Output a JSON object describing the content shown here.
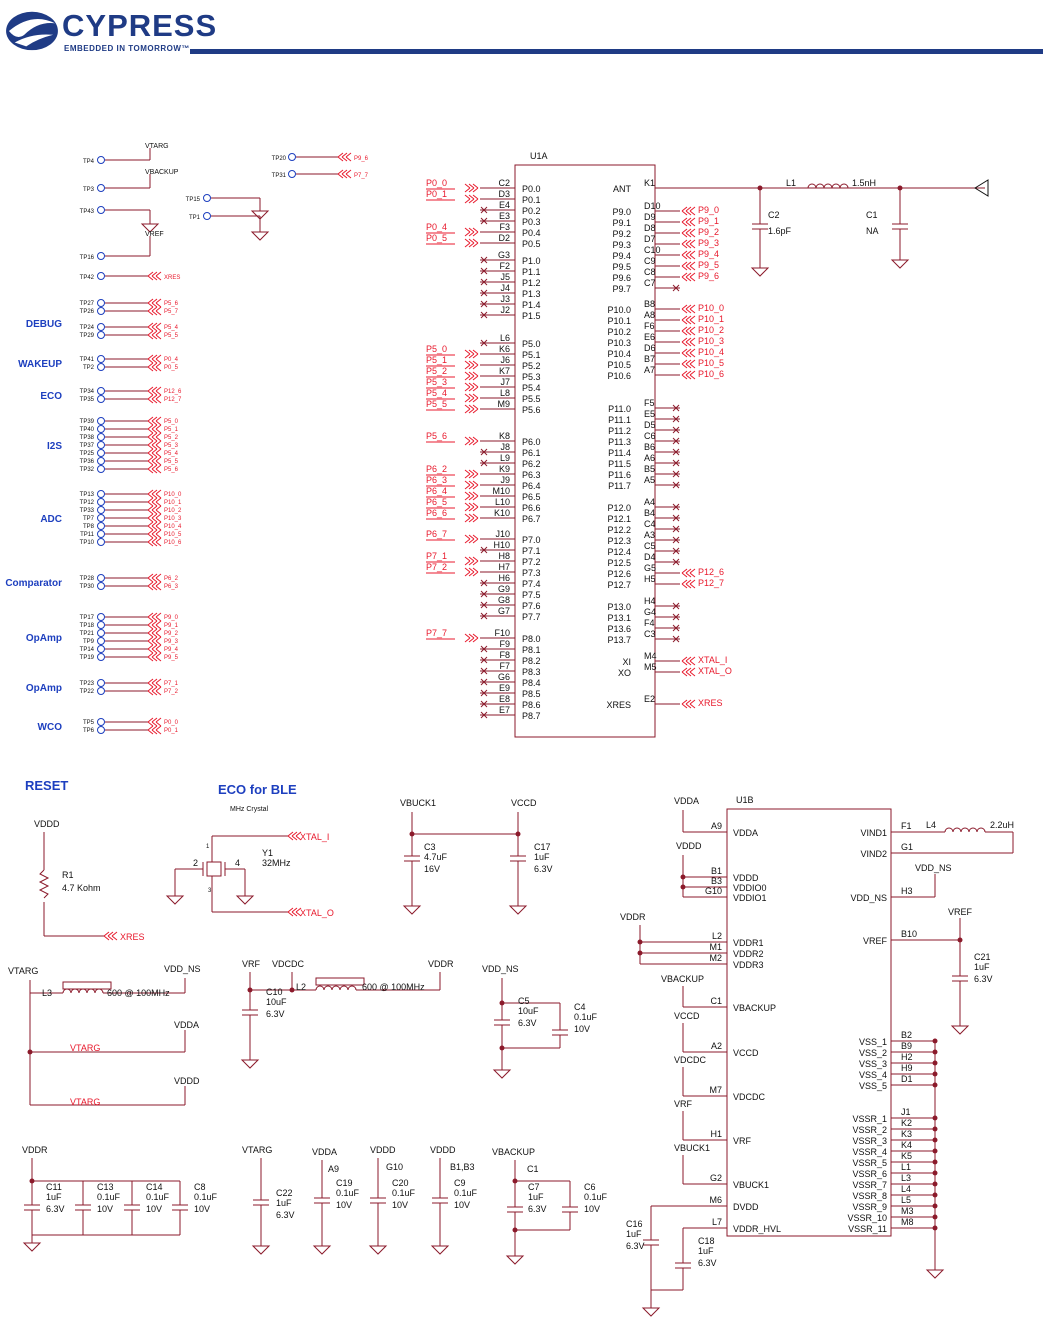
{
  "header": {
    "brand": "CYPRESS",
    "tagline": "EMBEDDED IN TOMORROW™"
  },
  "colors": {
    "wire": "#8b1a2b",
    "net": "#e8192c",
    "title": "#1d3fbf",
    "text": "#111111",
    "brand": "#1f3b85"
  },
  "u1a": {
    "ref": "U1A",
    "left": [
      [
        "P0_0",
        "C2",
        "P0.0"
      ],
      [
        "P0_1",
        "D3",
        "P0.1"
      ],
      [
        "",
        "E4",
        "P0.2"
      ],
      [
        "",
        "E3",
        "P0.3"
      ],
      [
        "P0_4",
        "F3",
        "P0.4"
      ],
      [
        "P0_5",
        "D2",
        "P0.5"
      ],
      [
        "",
        "G3",
        "P1.0"
      ],
      [
        "",
        "F2",
        "P1.1"
      ],
      [
        "",
        "J5",
        "P1.2"
      ],
      [
        "",
        "J4",
        "P1.3"
      ],
      [
        "",
        "J3",
        "P1.4"
      ],
      [
        "",
        "J2",
        "P1.5"
      ],
      [
        "",
        "L6",
        "P5.0"
      ],
      [
        "P5_0",
        "K6",
        "P5.1"
      ],
      [
        "P5_1",
        "J6",
        "P5.2"
      ],
      [
        "P5_2",
        "K7",
        "P5.3"
      ],
      [
        "P5_3",
        "J7",
        "P5.4"
      ],
      [
        "P5_4",
        "L8",
        "P5.5"
      ],
      [
        "P5_5",
        "M9",
        "P5.6"
      ],
      [
        "P5_6",
        "K8",
        "P6.0"
      ],
      [
        "",
        "J8",
        "P6.1"
      ],
      [
        "",
        "L9",
        "P6.2"
      ],
      [
        "P6_2",
        "K9",
        "P6.3"
      ],
      [
        "P6_3",
        "J9",
        "P6.4"
      ],
      [
        "P6_4",
        "M10",
        "P6.5"
      ],
      [
        "P6_5",
        "L10",
        "P6.6"
      ],
      [
        "P6_6",
        "K10",
        "P6.7"
      ],
      [
        "P6_7",
        "J10",
        "P7.0"
      ],
      [
        "",
        "H10",
        "P7.1"
      ],
      [
        "P7_1",
        "H8",
        "P7.2"
      ],
      [
        "P7_2",
        "H7",
        "P7.3"
      ],
      [
        "",
        "H6",
        "P7.4"
      ],
      [
        "",
        "G9",
        "P7.5"
      ],
      [
        "",
        "G8",
        "P7.6"
      ],
      [
        "",
        "G7",
        "P7.7"
      ],
      [
        "P7_7",
        "F10",
        "P8.0"
      ],
      [
        "",
        "F9",
        "P8.1"
      ],
      [
        "",
        "F8",
        "P8.2"
      ],
      [
        "",
        "F7",
        "P8.3"
      ],
      [
        "",
        "G6",
        "P8.4"
      ],
      [
        "",
        "E9",
        "P8.5"
      ],
      [
        "",
        "E8",
        "P8.6"
      ],
      [
        "",
        "E7",
        "P8.7"
      ]
    ],
    "right": [
      [
        "ANT",
        "K1"
      ],
      [
        "P9.0",
        "D10"
      ],
      [
        "P9.1",
        "D9"
      ],
      [
        "P9.2",
        "D8"
      ],
      [
        "P9.3",
        "D7"
      ],
      [
        "P9.4",
        "C10"
      ],
      [
        "P9.5",
        "C9"
      ],
      [
        "P9.6",
        "C8"
      ],
      [
        "P9.7",
        "C7"
      ],
      [
        "P10.0",
        "B8"
      ],
      [
        "P10.1",
        "A8"
      ],
      [
        "P10.2",
        "F6"
      ],
      [
        "P10.3",
        "E6"
      ],
      [
        "P10.4",
        "D6"
      ],
      [
        "P10.5",
        "B7"
      ],
      [
        "P10.6",
        "A7"
      ],
      [
        "P11.0",
        "F5"
      ],
      [
        "P11.1",
        "E5"
      ],
      [
        "P11.2",
        "D5"
      ],
      [
        "P11.3",
        "C6"
      ],
      [
        "P11.4",
        "B6"
      ],
      [
        "P11.5",
        "A6"
      ],
      [
        "P11.6",
        "B5"
      ],
      [
        "P11.7",
        "A5"
      ],
      [
        "P12.0",
        "A4"
      ],
      [
        "P12.1",
        "B4"
      ],
      [
        "P12.2",
        "C4"
      ],
      [
        "P12.3",
        "A3"
      ],
      [
        "P12.4",
        "C5"
      ],
      [
        "P12.5",
        "D4"
      ],
      [
        "P12.6",
        "G5"
      ],
      [
        "P12.7",
        "H5"
      ],
      [
        "P13.0",
        "H4"
      ],
      [
        "P13.1",
        "G4"
      ],
      [
        "P13.6",
        "F4"
      ],
      [
        "P13.7",
        "C3"
      ],
      [
        "XI",
        "M4"
      ],
      [
        "XO",
        "M5"
      ],
      [
        "XRES",
        "E2"
      ]
    ],
    "right_nets": [
      "P9_0",
      "P9_1",
      "P9_2",
      "P9_3",
      "P9_4",
      "P9_5",
      "P9_6",
      "P10_0",
      "P10_1",
      "P10_2",
      "P10_3",
      "P10_4",
      "P10_5",
      "P10_6",
      "P12_6",
      "P12_7",
      "XTAL_I",
      "XTAL_O",
      "XRES"
    ],
    "antenna": {
      "l1": "L1",
      "l1_val": "1.5nH",
      "c2": "C2",
      "c2_val": "1.6pF",
      "c1": "C1",
      "c1_val": "NA"
    }
  },
  "testpoints": {
    "top": [
      [
        "TP4",
        "VTARG"
      ],
      [
        "TP3",
        "VBACKUP"
      ],
      [
        "TP43",
        ""
      ],
      [
        "TP16",
        "VREF"
      ],
      [
        "TP42",
        "XRES"
      ]
    ],
    "mid": [
      [
        "TP20",
        "P9_6"
      ],
      [
        "TP31",
        "P7_7"
      ],
      [
        "TP15",
        ""
      ],
      [
        "TP1",
        ""
      ]
    ],
    "groups": [
      {
        "title": "DEBUG",
        "tps": [
          [
            "TP27",
            "P5_6"
          ],
          [
            "TP26",
            "P5_7"
          ],
          [
            "TP24",
            "P5_4"
          ],
          [
            "TP29",
            "P5_5"
          ]
        ]
      },
      {
        "title": "WAKEUP",
        "tps": [
          [
            "TP41",
            "P0_4"
          ],
          [
            "TP2",
            "P0_5"
          ]
        ]
      },
      {
        "title": "ECO",
        "tps": [
          [
            "TP34",
            "P12_6"
          ],
          [
            "TP35",
            "P12_7"
          ]
        ]
      },
      {
        "title": "I2S",
        "tps": [
          [
            "TP39",
            "P5_0"
          ],
          [
            "TP40",
            "P5_1"
          ],
          [
            "TP38",
            "P5_2"
          ],
          [
            "TP37",
            "P5_3"
          ],
          [
            "TP25",
            "P5_4"
          ],
          [
            "TP36",
            "P5_5"
          ],
          [
            "TP32",
            "P5_6"
          ]
        ]
      },
      {
        "title": "ADC",
        "tps": [
          [
            "TP13",
            "P10_0"
          ],
          [
            "TP12",
            "P10_1"
          ],
          [
            "TP33",
            "P10_2"
          ],
          [
            "TP7",
            "P10_3"
          ],
          [
            "TP8",
            "P10_4"
          ],
          [
            "TP11",
            "P10_5"
          ],
          [
            "TP10",
            "P10_6"
          ]
        ]
      },
      {
        "title": "Comparator",
        "tps": [
          [
            "TP28",
            "P6_2"
          ],
          [
            "TP30",
            "P6_3"
          ]
        ]
      },
      {
        "title": "OpAmp",
        "tps": [
          [
            "TP17",
            "P9_0"
          ],
          [
            "TP18",
            "P9_1"
          ],
          [
            "TP21",
            "P9_2"
          ],
          [
            "TP9",
            "P9_3"
          ],
          [
            "TP14",
            "P9_4"
          ],
          [
            "TP19",
            "P9_5"
          ]
        ]
      },
      {
        "title": "OpAmp",
        "tps": [
          [
            "TP23",
            "P7_1"
          ],
          [
            "TP22",
            "P7_2"
          ]
        ]
      },
      {
        "title": "WCO",
        "tps": [
          [
            "TP5",
            "P0_0"
          ],
          [
            "TP6",
            "P0_1"
          ]
        ]
      }
    ]
  },
  "reset": {
    "title": "RESET",
    "vddd": "VDDD",
    "r": "R1",
    "r_val": "4.7 Kohm",
    "net": "XRES"
  },
  "eco": {
    "title": "ECO for BLE",
    "sub": "MHz Crystal",
    "y": "Y1",
    "y_val": "32MHz",
    "net_i": "XTAL_I",
    "net_o": "XTAL_O",
    "p2": "2",
    "p4": "4",
    "p1": "1",
    "p3": "3"
  },
  "vbuck": {
    "vbuck1": "VBUCK1",
    "vccd": "VCCD",
    "c3": "C3",
    "c3_v": "4.7uF",
    "c3_r": "16V",
    "c17": "C17",
    "c17_v": "1uF",
    "c17_r": "6.3V"
  },
  "filters": {
    "vtarg": "VTARG",
    "l3": "L3",
    "l3_val": "600 @ 100MHz",
    "vdd_ns": "VDD_NS",
    "vdda": "VDDA",
    "vddd": "VDDD",
    "vtarg_net": "VTARG",
    "vrf": "VRF",
    "vdcdc": "VDCDC",
    "vddr": "VDDR",
    "l2": "L2",
    "l2_val": "600 @ 100MHz",
    "c10": "C10",
    "c10_v": "10uF",
    "c10_r": "6.3V",
    "c5": "C5",
    "c5_v": "10uF",
    "c5_r": "6.3V",
    "c4": "C4",
    "c4_v": "0.1uF",
    "c4_r": "10V"
  },
  "decoup": {
    "vddr": "VDDR",
    "c11": [
      "C11",
      "1uF",
      "6.3V"
    ],
    "c13": [
      "C13",
      "0.1uF",
      "10V"
    ],
    "c14": [
      "C14",
      "0.1uF",
      "10V"
    ],
    "c8": [
      "C8",
      "0.1uF",
      "10V"
    ],
    "vtarg": "VTARG",
    "c22": [
      "C22",
      "1uF",
      "6.3V"
    ],
    "vdda": "VDDA",
    "a9": "A9",
    "c19": [
      "C19",
      "0.1uF",
      "10V"
    ],
    "vddd": "VDDD",
    "g10": "G10",
    "c20": [
      "C20",
      "0.1uF",
      "10V"
    ],
    "vddd2": "VDDD",
    "b1b3": "B1,B3",
    "c9": [
      "C9",
      "0.1uF",
      "10V"
    ],
    "vbackup": "VBACKUP",
    "c1pin": "C1",
    "c7": [
      "C7",
      "1uF",
      "6.3V"
    ],
    "c6": [
      "C6",
      "0.1uF",
      "10V"
    ]
  },
  "u1b": {
    "ref": "U1B",
    "left": [
      [
        "VDDA",
        "A9"
      ],
      [
        "VDDD",
        "B1"
      ],
      [
        "VDDIO0",
        "B3"
      ],
      [
        "VDDIO1",
        "G10"
      ],
      [
        "VDDR1",
        "L2"
      ],
      [
        "VDDR2",
        "M1"
      ],
      [
        "VDDR3",
        "M2"
      ],
      [
        "VBACKUP",
        "C1"
      ],
      [
        "VCCD",
        "A2"
      ],
      [
        "VDCDC",
        "M7"
      ],
      [
        "VRF",
        "H1"
      ],
      [
        "VBUCK1",
        "G2"
      ],
      [
        "DVDD",
        "M6"
      ],
      [
        "VDDR_HVL",
        "L7"
      ]
    ],
    "rails": [
      "VDDA",
      "VDDD",
      "VDDR",
      "VBACKUP",
      "VCCD",
      "VDCDC",
      "VRF",
      "VBUCK1"
    ],
    "right": [
      [
        "VIND1",
        "F1"
      ],
      [
        "VIND2",
        "G1"
      ],
      [
        "VDD_NS",
        "H3"
      ],
      [
        "VREF",
        "B10"
      ]
    ],
    "vss": [
      [
        "VSS_1",
        "B2"
      ],
      [
        "VSS_2",
        "B9"
      ],
      [
        "VSS_3",
        "H2"
      ],
      [
        "VSS_4",
        "H9"
      ],
      [
        "VSS_5",
        "D1"
      ]
    ],
    "vssr": [
      [
        "VSSR_1",
        "J1"
      ],
      [
        "VSSR_2",
        "K2"
      ],
      [
        "VSSR_3",
        "K3"
      ],
      [
        "VSSR_4",
        "K4"
      ],
      [
        "VSSR_5",
        "K5"
      ],
      [
        "VSSR_6",
        "L1"
      ],
      [
        "VSSR_7",
        "L3"
      ],
      [
        "VSSR_8",
        "L4"
      ],
      [
        "VSSR_9",
        "L5"
      ],
      [
        "VSSR_10",
        "M3"
      ],
      [
        "VSSR_11",
        "M8"
      ]
    ],
    "l4": "L4",
    "l4_val": "2.2uH",
    "vdd_ns": "VDD_NS",
    "vref": "VREF",
    "c21": [
      "C21",
      "1uF",
      "6.3V"
    ],
    "c16": [
      "C16",
      "1uF",
      "6.3V"
    ],
    "c18": [
      "C18",
      "1uF",
      "6.3V"
    ]
  }
}
